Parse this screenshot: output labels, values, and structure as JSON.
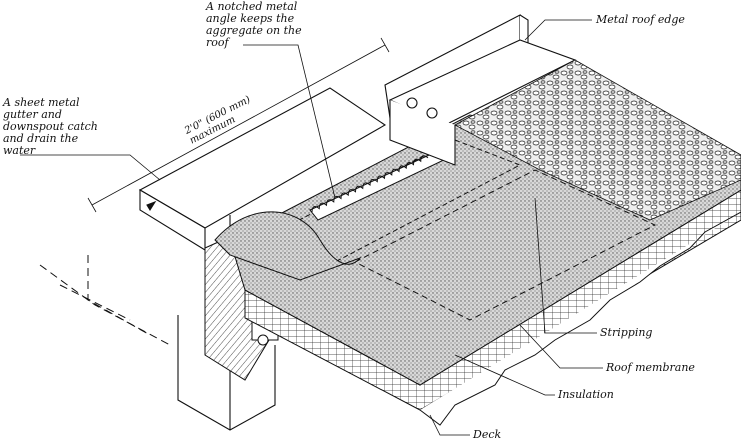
{
  "labels": {
    "angle": "A notched metal\nangle keeps the\naggregate on the\nroof",
    "roof_edge": "Metal roof edge",
    "gutter": "A sheet metal\ngutter and\ndownspout catch\nand drain the\nwater",
    "dimension": "2'0\" (600 mm)\nmaximum",
    "stripping": "Stripping",
    "membrane": "Roof membrane",
    "insulation": "Insulation",
    "deck": "Deck"
  }
}
